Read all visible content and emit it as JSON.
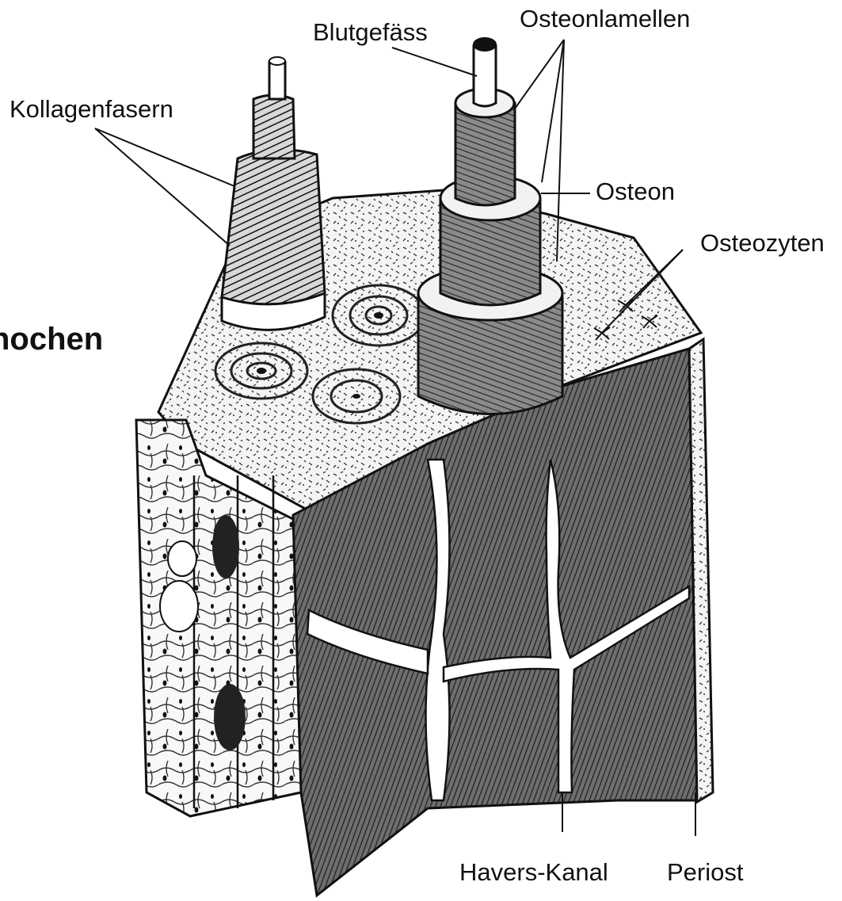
{
  "title": "nochen",
  "labels": {
    "kollagenfasern": "Kollagenfasern",
    "blutgefaess": "Blutgefäss",
    "osteonlamellen": "Osteonlamellen",
    "osteon": "Osteon",
    "osteozyten": "Osteozyten",
    "havers_kanal": "Havers-Kanal",
    "periost": "Periost"
  },
  "colors": {
    "ink": "#111111",
    "paper": "#ffffff",
    "hatch": "#3a3a3a"
  }
}
